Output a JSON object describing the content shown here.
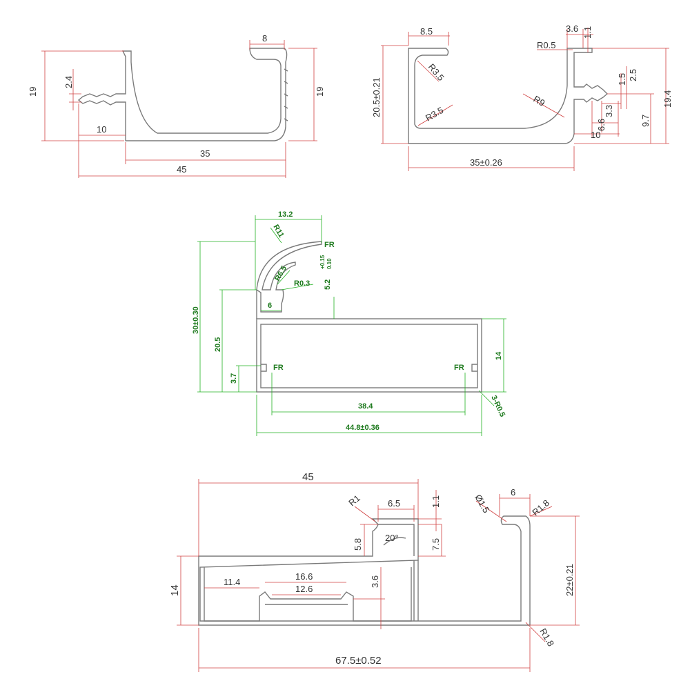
{
  "drawings": {
    "profile1": {
      "dims": [
        "8",
        "19",
        "2.4",
        "19",
        "10",
        "35",
        "45"
      ]
    },
    "profile2": {
      "dims": [
        "8.5",
        "3.6",
        "1.1",
        "R0.5",
        "R3.5",
        "R3.5",
        "R9",
        "20.5±0.21",
        "19.4",
        "1.5",
        "2.5",
        "3.3",
        "6.6",
        "10",
        "9.7",
        "35±0.26"
      ]
    },
    "profile3": {
      "dims": [
        "13.2",
        "R11",
        "FR",
        "R6.5",
        "R0.3",
        "5.2",
        "+0.15",
        "0.10",
        "6",
        "30±0.30",
        "20.5",
        "14",
        "FR",
        "FR",
        "3.7",
        "38.4",
        "3-R0.5",
        "44.8±0.36"
      ]
    },
    "profile4": {
      "dims": [
        "45",
        "R1",
        "6.5",
        "1.1",
        "Ø1.5",
        "6",
        "R1.8",
        "5.8",
        "20°",
        "7.5",
        "22±0.21",
        "14",
        "11.4",
        "16.6",
        "12.6",
        "3.6",
        "R1.8",
        "67.5±0.52"
      ]
    }
  }
}
